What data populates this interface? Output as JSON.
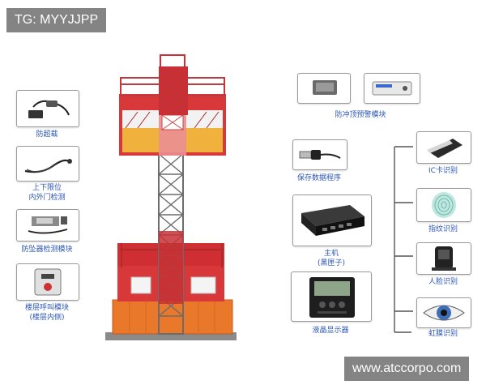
{
  "watermarks": {
    "top": "TG: MYYJJPP",
    "bottom": "www.atccorpo.com"
  },
  "left_modules": [
    {
      "label": "防超载",
      "icon": "load-sensor-icon"
    },
    {
      "label": "上下限位\n内外门检测",
      "icon": "limit-switch-cable-icon"
    },
    {
      "label": "防坠器检测模块",
      "icon": "anti-fall-sensor-icon"
    },
    {
      "label": "楼层呼叫模块\n(楼层内侧)",
      "icon": "floor-call-box-icon"
    }
  ],
  "right_modules": [
    {
      "label": "防冲顶预警模块",
      "icon": "anti-top-warning-icon"
    },
    {
      "label": "保存数据程序",
      "icon": "usb-drive-icon"
    },
    {
      "label": "主机\n(黑匣子)",
      "icon": "black-box-host-icon"
    },
    {
      "label": "液晶显示器",
      "icon": "lcd-display-icon"
    }
  ],
  "id_modules": [
    {
      "label": "IC卡识别",
      "icon": "ic-card-icon"
    },
    {
      "label": "指纹识别",
      "icon": "fingerprint-icon"
    },
    {
      "label": "人脸识别",
      "icon": "face-scanner-icon"
    },
    {
      "label": "虹膜识别",
      "icon": "iris-eye-icon"
    }
  ],
  "colors": {
    "elevator_red": "#d8383a",
    "cabin_yellow": "#f0b23c",
    "mast_gray": "#7a7a7a",
    "label_blue": "#2b56b8",
    "connector_gray": "#555555"
  }
}
